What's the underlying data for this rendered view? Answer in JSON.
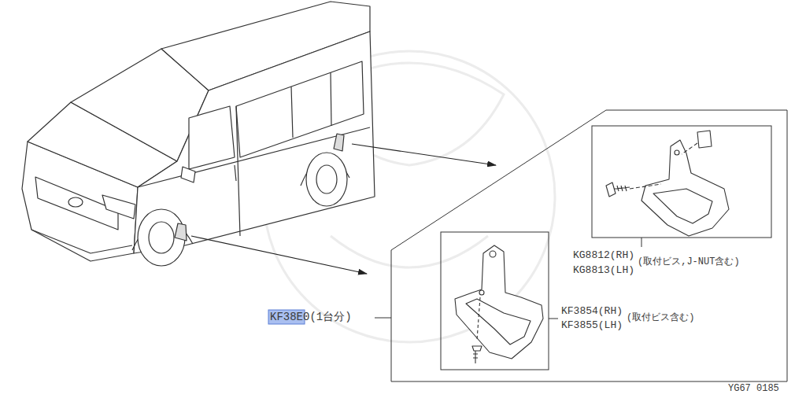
{
  "diagram": {
    "labels": [
      "KG8812(RH)",
      "KG8813(LH)",
      "(取付ビス,J-NUT含む)",
      "KF38E0(1台分)",
      "KF3854(RH)",
      "KF3855(LH)",
      "(取付ビス含む)",
      "YG67 0185"
    ]
  }
}
